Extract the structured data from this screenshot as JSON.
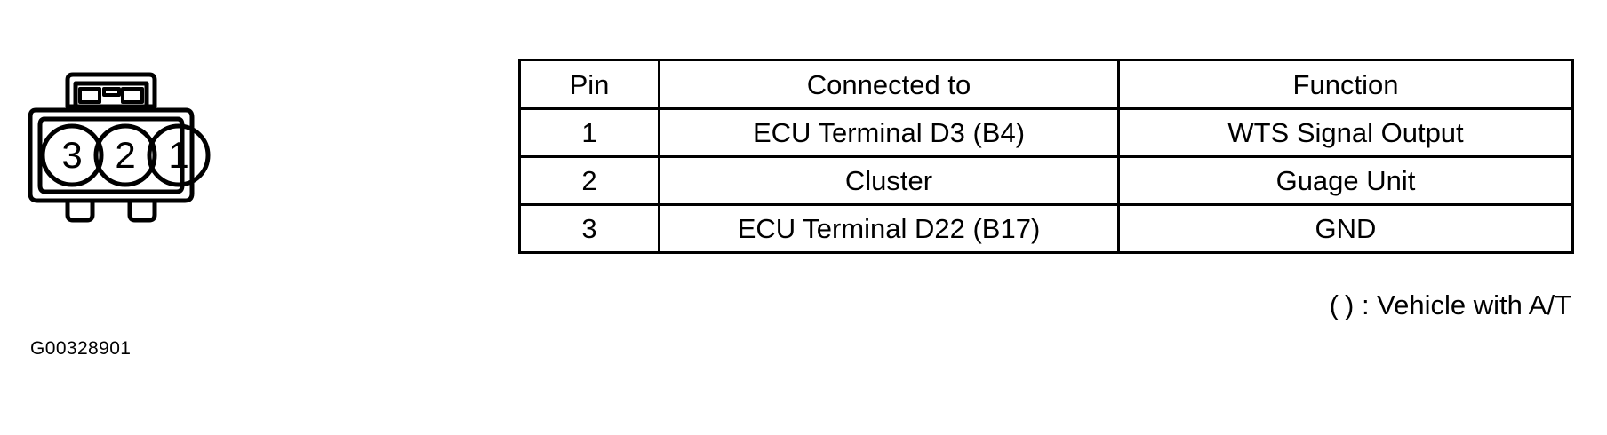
{
  "figure": {
    "caption": "G00328901",
    "connector": {
      "name": "3-pin connector",
      "pin_labels": [
        "3",
        "2",
        "1"
      ]
    }
  },
  "table": {
    "name": "connector-pinout-table",
    "headers": [
      "Pin",
      "Connected to",
      "Function"
    ],
    "rows": [
      {
        "pin": "1",
        "connected_to": "ECU Terminal D3 (B4)",
        "function": "WTS Signal Output"
      },
      {
        "pin": "2",
        "connected_to": "Cluster",
        "function": "Guage Unit"
      },
      {
        "pin": "3",
        "connected_to": "ECU Terminal D22 (B17)",
        "function": "GND"
      }
    ]
  },
  "footnote": {
    "paren_open": "(",
    "paren_close": ")",
    "text": ": Vehicle with A/T"
  },
  "colors": {
    "ink": "#000000",
    "paper": "#ffffff"
  }
}
